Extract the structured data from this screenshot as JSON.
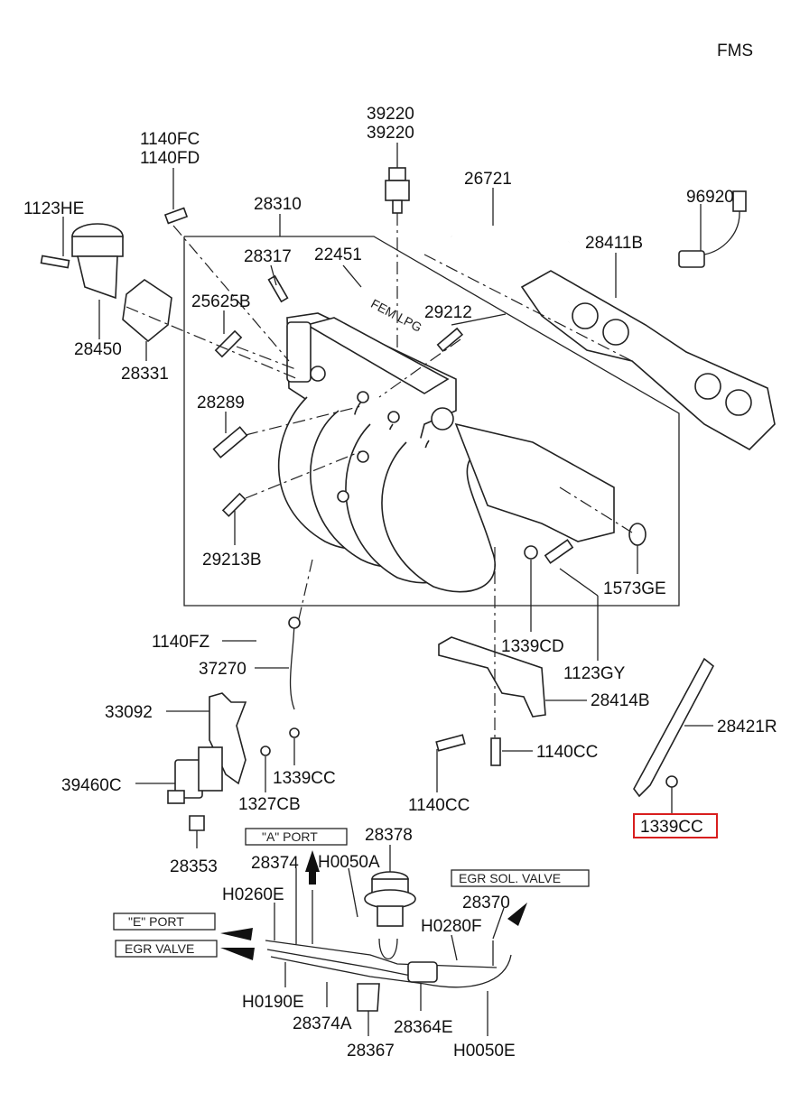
{
  "header": {
    "code": "FMS"
  },
  "labels": {
    "p39220a": "39220",
    "p39220b": "39220",
    "p26721": "26721",
    "p96920": "96920",
    "p1140fc": "1140FC",
    "p1140fd": "1140FD",
    "p1123he": "1123HE",
    "p28310": "28310",
    "p28411b": "28411B",
    "p28317": "28317",
    "p22451": "22451",
    "p25625b": "25625B",
    "p29212": "29212",
    "p28450": "28450",
    "p28331": "28331",
    "p28289": "28289",
    "p29213b": "29213B",
    "p1573ge": "1573GE",
    "p1339cd": "1339CD",
    "p1140fz": "1140FZ",
    "p37270": "37270",
    "p1123gy": "1123GY",
    "p33092": "33092",
    "p28414b": "28414B",
    "p28421r": "28421R",
    "p1140cc_a": "1140CC",
    "p1339cc_a": "1339CC",
    "p39460c": "39460C",
    "p1327cb": "1327CB",
    "p1140cc_b": "1140CC",
    "p1339cc_hl": "1339CC",
    "p28353": "28353",
    "p28378": "28378",
    "p28374": "28374",
    "p h0050a": "H0050A",
    "p28370": "28370",
    "ph0260e": "H0260E",
    "ph0280f": "H0280F",
    "ph0190e": "H0190E",
    "p28374a": "28374A",
    "p28364e": "28364E",
    "p28367": "28367",
    "ph0050e": "H0050E"
  },
  "callouts": {
    "a_port": "\"A\" PORT",
    "e_port": "\"E\" PORT",
    "egr_valve": "EGR VALVE",
    "egr_sol_valve": "EGR SOL. VALVE"
  },
  "manifold_text": "FEM LPG",
  "highlight": {
    "part": "1339CC",
    "color": "#d81e1e"
  }
}
